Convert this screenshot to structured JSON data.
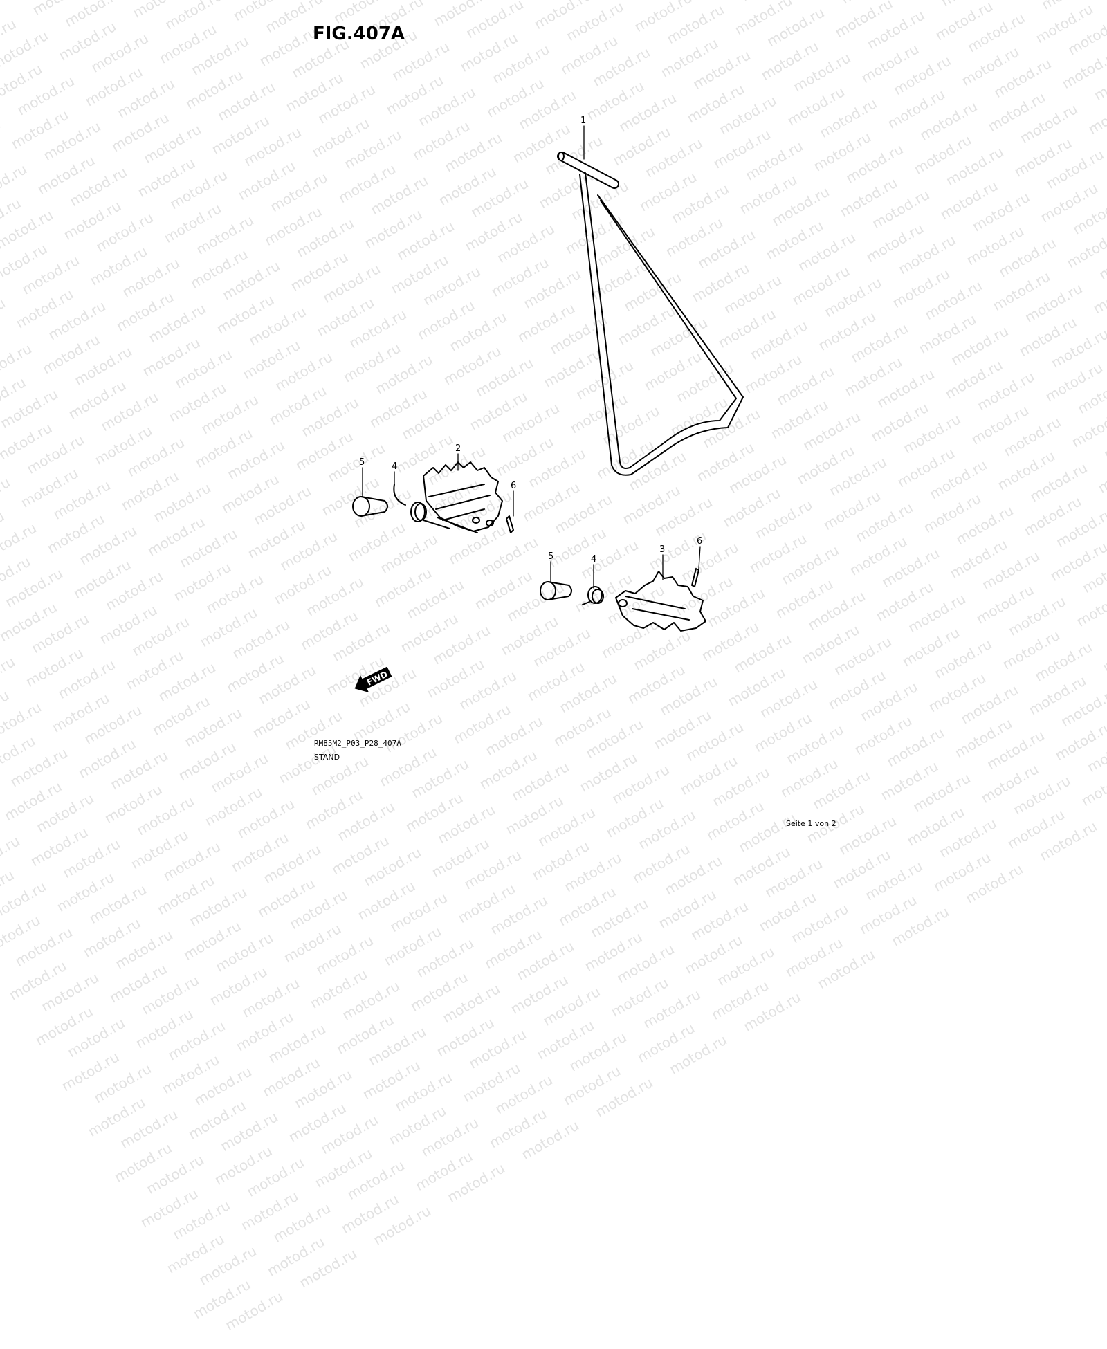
{
  "figure": {
    "title": "FIG.407A"
  },
  "watermark": {
    "text": "motod.ru"
  },
  "callouts": {
    "stand": "1",
    "footrest_left": "2",
    "footrest_right": "3",
    "spring_left": "4",
    "spring_right": "4",
    "pin_left": "5",
    "pin_right": "5",
    "cotter_left": "6",
    "cotter_right": "6"
  },
  "fwd_label": "FWD",
  "footer": {
    "code": "RM85M2_P03_P28_407A",
    "section": "STAND",
    "page": "Seite 1 von 2"
  }
}
